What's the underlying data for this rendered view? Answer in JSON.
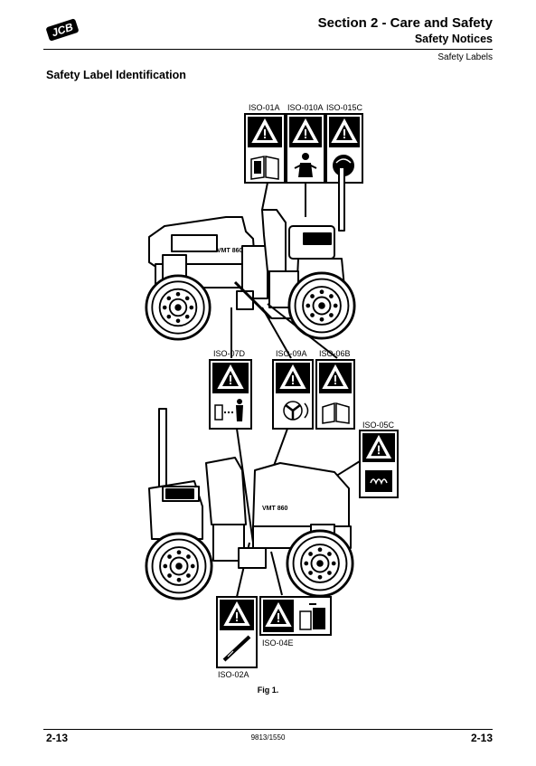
{
  "header": {
    "section_title": "Section 2 - Care and Safety",
    "subsection": "Safety Notices",
    "topic": "Safety Labels"
  },
  "page_heading": "Safety Label Identification",
  "labels_top": [
    "ISO-01A",
    "ISO-010A",
    "ISO-015C"
  ],
  "labels_middle": [
    "ISO-07D",
    "ISO-09A",
    "ISO-06B"
  ],
  "label_iso05c": "ISO-05C",
  "label_iso04e": "ISO-04E",
  "label_iso02a": "ISO-02A",
  "machine_model": "VMT 860",
  "figure_caption": "Fig 1.",
  "footer": {
    "page_left": "2-13",
    "doc_number": "9813/1550",
    "page_right": "2-13"
  },
  "logo_text": "JCB",
  "icons": [
    "jcb-logo-icon",
    "warning-triangle-icon",
    "manual-book-icon",
    "seated-operator-icon",
    "ear-protection-icon",
    "crush-hazard-icon",
    "pinch-point-icon",
    "fan-hazard-icon",
    "hot-surface-icon",
    "battery-hazard-icon",
    "cable-hazard-icon"
  ],
  "colors": {
    "ink": "#000000",
    "paper": "#ffffff"
  }
}
